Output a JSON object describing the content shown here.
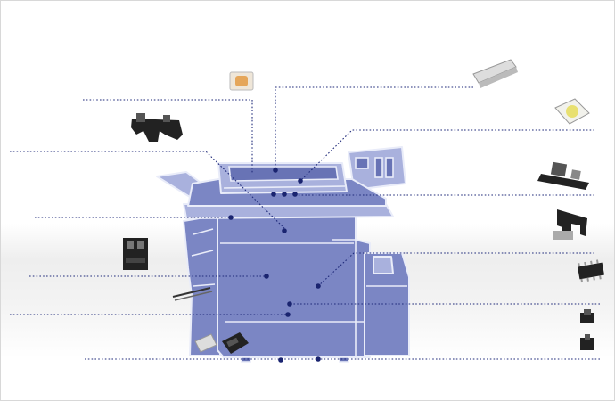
{
  "colors": {
    "machine": "#7b86c4",
    "machine_light": "#a9b1dd",
    "outline": "#e9ecf9",
    "leader": "#1f2a7a",
    "dot": "#1a2470",
    "component_dark": "#222222"
  },
  "components_left": [
    {
      "id": "led-chip-small",
      "icon": "smd-led-icon"
    },
    {
      "id": "photo-interrupter-a",
      "icon": "photo-interrupter-icon"
    },
    {
      "id": "relay-block",
      "icon": "relay-icon"
    },
    {
      "id": "lead-wire",
      "icon": "wire-icon"
    },
    {
      "id": "sensor-pair",
      "icon": "sensor-module-icon"
    }
  ],
  "components_right": [
    {
      "id": "led-bar",
      "icon": "led-bar-icon"
    },
    {
      "id": "power-led",
      "icon": "power-led-icon"
    },
    {
      "id": "sensor-board",
      "icon": "sensor-board-icon"
    },
    {
      "id": "slot-sensor",
      "icon": "slot-sensor-icon"
    },
    {
      "id": "ic-chip",
      "icon": "ic-chip-icon"
    },
    {
      "id": "small-interrupters",
      "icon": "mini-interrupter-icon"
    }
  ]
}
